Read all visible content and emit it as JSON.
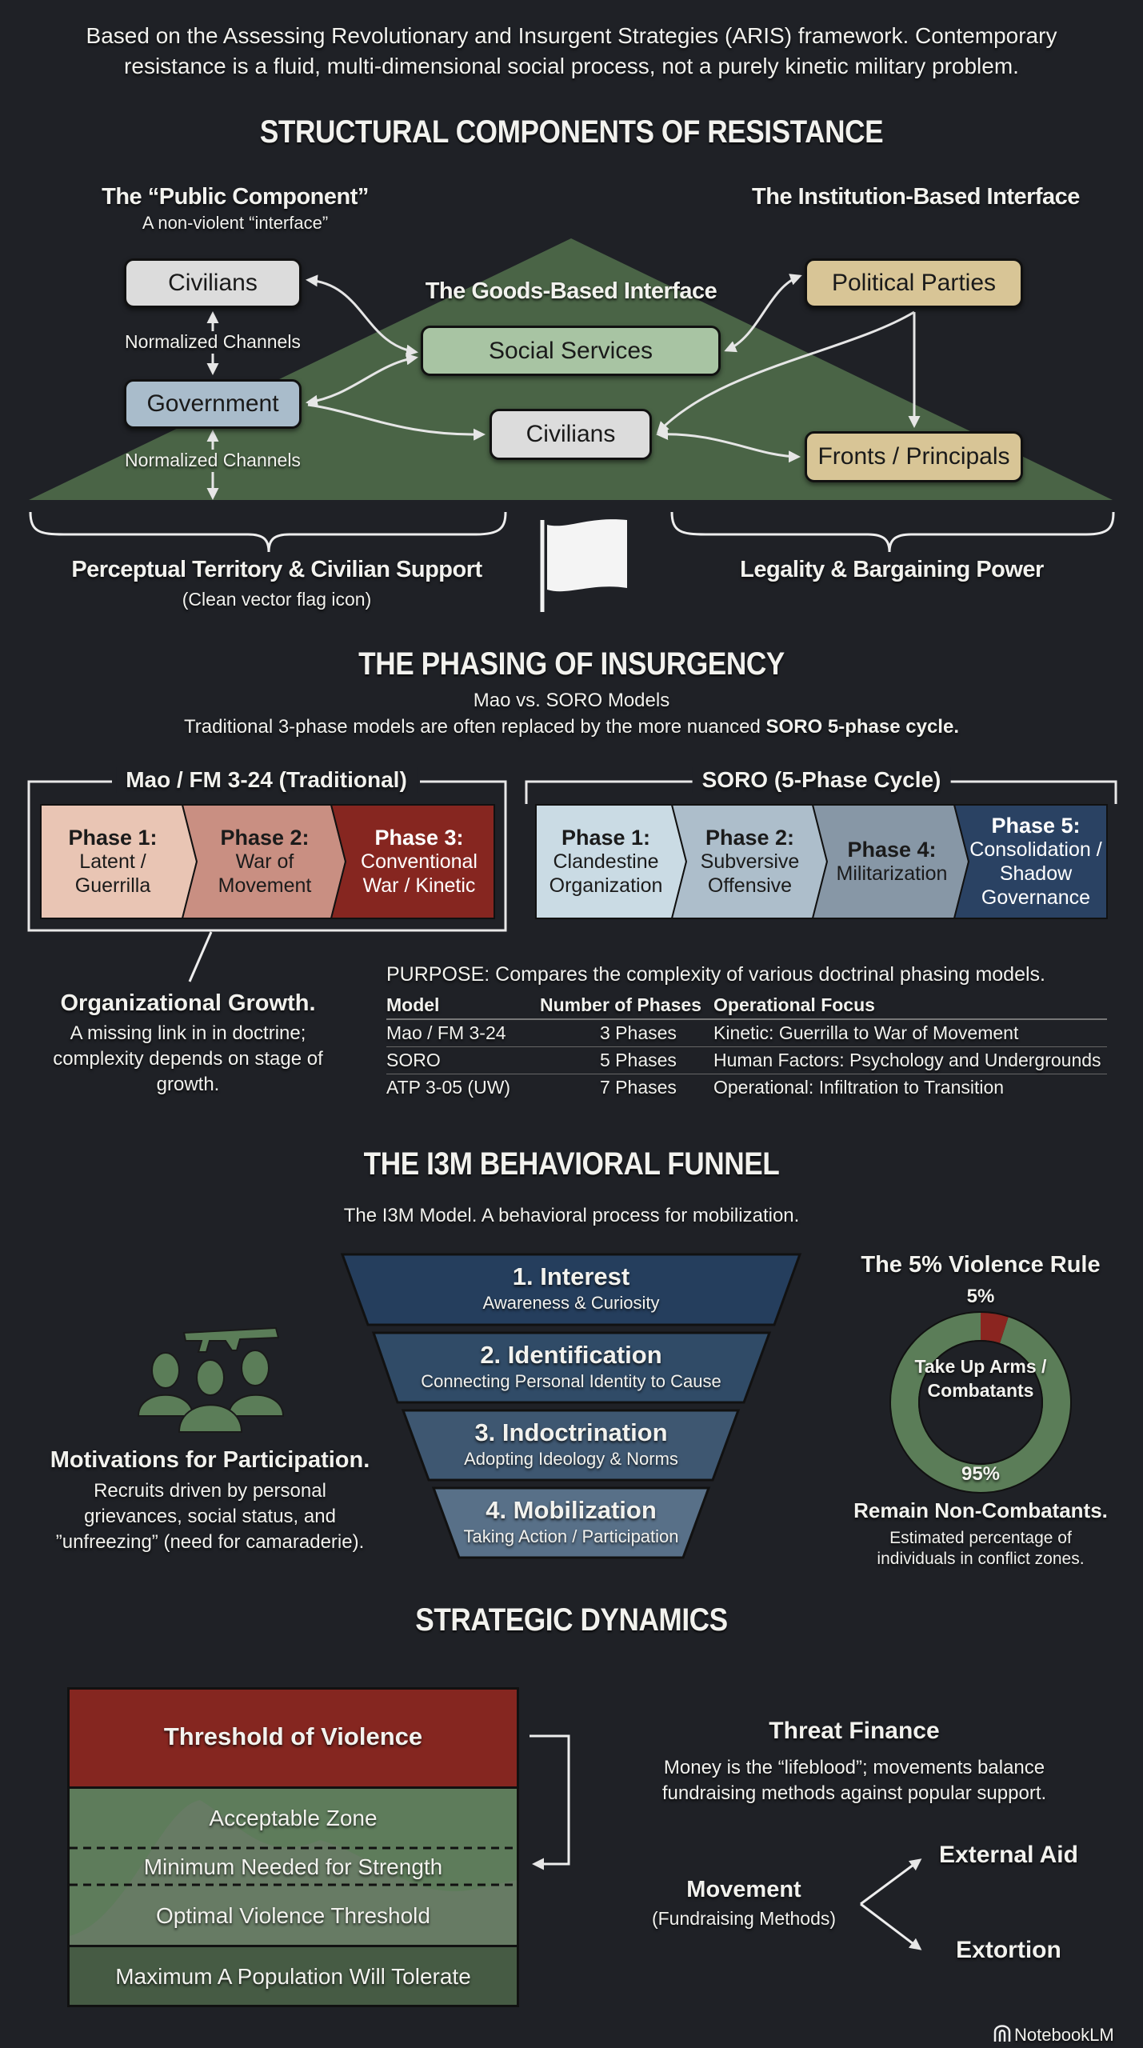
{
  "intro": "Based on the Assessing Revolutionary and Insurgent Strategies (ARIS) framework. Contemporary resistance is a fluid, multi-dimensional social process, not a purely kinetic military problem.",
  "structural": {
    "title": "STRUCTURAL COMPONENTS OF RESISTANCE",
    "public_component": {
      "title": "The “Public Component”",
      "subtitle": "A non-violent “interface”"
    },
    "institution_interface": "The Institution-Based Interface",
    "goods_interface": "The Goods-Based Interface",
    "nodes": {
      "civilians_left": "Civilians",
      "government": "Government",
      "social_services": "Social Services",
      "civilians_center": "Civilians",
      "political_parties": "Political Parties",
      "fronts": "Fronts / Principals"
    },
    "channel_label_1": "Normalized Channels",
    "channel_label_2": "Normalized Channels",
    "left_brace_label": "Perceptual Territory & Civilian Support",
    "left_brace_sub": "(Clean vector flag icon)",
    "right_brace_label": "Legality & Bargaining Power",
    "colors": {
      "triangle": "#4a6446",
      "civilians": "#dcdcdc",
      "government": "#a9bccb",
      "social": "#a8c4a3",
      "institution": "#d8c596"
    }
  },
  "phasing": {
    "title": "THE PHASING OF INSURGENCY",
    "subtitle": "Mao vs. SORO Models",
    "lead": "Traditional 3-phase models are often replaced by the more nuanced ",
    "lead_bold": "SORO 5-phase cycle.",
    "mao": {
      "label": "Mao / FM 3-24 (Traditional)",
      "phases": [
        {
          "title": "Phase 1:",
          "text": "Latent / Guerrilla"
        },
        {
          "title": "Phase 2:",
          "text": "War of Movement"
        },
        {
          "title": "Phase 3:",
          "text": "Conventional War / Kinetic"
        }
      ]
    },
    "soro": {
      "label": "SORO (5-Phase Cycle)",
      "phases": [
        {
          "title": "Phase 1:",
          "text": "Clandestine Organization"
        },
        {
          "title": "Phase 2:",
          "text": "Subversive Offensive"
        },
        {
          "title": "Phase 4:",
          "text": "Militarization"
        },
        {
          "title": "Phase 5:",
          "text": "Consolidation / Shadow Governance"
        }
      ]
    },
    "growth": {
      "title": "Organizational Growth.",
      "text": "A missing link in in doctrine; complexity depends on stage of growth."
    },
    "purpose": "PURPOSE: Compares the complexity of various doctrinal phasing models.",
    "table": {
      "headers": [
        "Model",
        "Number of Phases",
        "Operational Focus"
      ],
      "rows": [
        [
          "Mao / FM 3-24",
          "3 Phases",
          "Kinetic: Guerrilla to War of Movement"
        ],
        [
          "SORO",
          "5 Phases",
          "Human Factors: Psychology and Undergrounds"
        ],
        [
          "ATP 3-05 (UW)",
          "7 Phases",
          "Operational: Infiltration to Transition"
        ]
      ]
    }
  },
  "funnel": {
    "title": "THE I3M BEHAVIORAL FUNNEL",
    "subtitle": "The I3M Model. A behavioral process for mobilization.",
    "stages": [
      {
        "title": "1. Interest",
        "text": "Awareness & Curiosity",
        "color": "#253e5d"
      },
      {
        "title": "2. Identification",
        "text": "Connecting Personal Identity to Cause",
        "color": "#304b67"
      },
      {
        "title": "3. Indoctrination",
        "text": "Adopting Ideology & Norms",
        "color": "#3e5771"
      },
      {
        "title": "4. Mobilization",
        "text": "Taking Action / Participation",
        "color": "#587088"
      }
    ],
    "motivations": {
      "title": "Motivations for Participation.",
      "text": "Recruits driven by personal grievances, social status, and ”unfreezing” (need for camaraderie)."
    },
    "violence_rule": {
      "title": "The 5% Violence Rule",
      "combatant_pct": 5,
      "combatant_pct_label": "5%",
      "combatant_label": "Take Up Arms / Combatants",
      "noncombatant_pct": 95,
      "noncombatant_pct_label": "95%",
      "noncombatant_label": "Remain Non-Combatants.",
      "note": "Estimated percentage of individuals in conflict zones.",
      "colors": {
        "combatant": "#8b2520",
        "noncombatant": "#5b7d58"
      }
    }
  },
  "strategic": {
    "title": "STRATEGIC DYNAMICS",
    "threshold": {
      "top": "Threshold of Violence",
      "acceptable": "Acceptable Zone",
      "minimum": "Minimum Needed for Strength",
      "optimal": "Optimal Violence Threshold",
      "maximum": "Maximum A Population Will Tolerate"
    },
    "finance": {
      "title": "Threat Finance",
      "text": "Money is the “lifeblood”; movements balance fundraising methods against popular support.",
      "movement": "Movement",
      "movement_sub": "(Fundraising Methods)",
      "external_aid": "External Aid",
      "extortion": "Extortion"
    }
  },
  "brand": "NotebookLM"
}
